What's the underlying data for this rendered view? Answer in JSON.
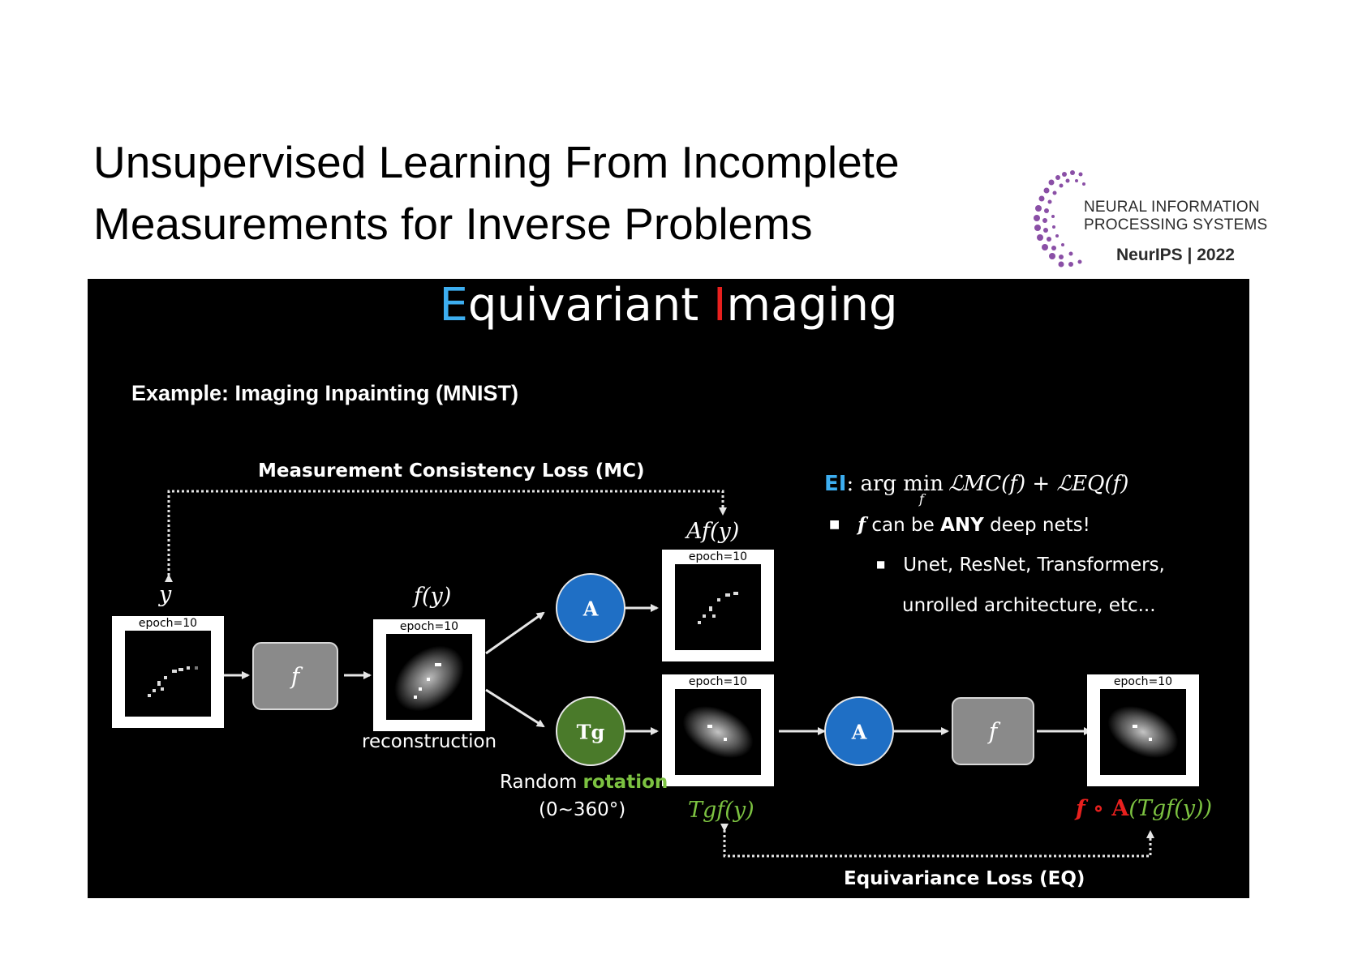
{
  "title": {
    "line1": "Unsupervised Learning From Incomplete",
    "line2": "Measurements for Inverse Problems"
  },
  "logo": {
    "line1": "NEURAL INFORMATION",
    "line2": "PROCESSING SYSTEMS",
    "conference": "NeurIPS | 2022",
    "dot_color": "#8a4fa6"
  },
  "panel": {
    "title_first_letter": "E",
    "title_word1_rest": "quivariant ",
    "title_second_letter": "I",
    "title_word2_rest": "maging",
    "example": "Example: Imaging Inpainting (MNIST)",
    "mc_loss_label": "Measurement Consistency Loss (MC)",
    "eq_loss_label": "Equivariance Loss (EQ)",
    "objective_prefix": "EI",
    "objective_text": ": arg min",
    "objective_sub": "f",
    "objective_expr": "ℒMC(f) + ℒEQ(f)",
    "bullet1_var": "f",
    "bullet1_pre": " can be ",
    "bullet1_bold": "ANY",
    "bullet1_post": " deep nets!",
    "bullet2_line1": "Unet, ResNet, Transformers,",
    "bullet2_line2": "unrolled architecture, etc...",
    "label_y": "y",
    "label_fy": "f(y)",
    "label_afy": "Af(y)",
    "label_reconstruction": "reconstruction",
    "label_random": "Random ",
    "label_rotation": "rotation",
    "label_angle": "(0~360°)",
    "label_tgfy": "Tgf(y)",
    "label_final_f": "f",
    "label_final_circ": " ∘ A",
    "label_final_inner": "(Tgf(y))",
    "epoch": "epoch=10",
    "node_f": "f",
    "node_A": "A",
    "node_Tg": "Tg",
    "colors": {
      "blue_node": "#1f6fc5",
      "green_node": "#4a7a2a",
      "gray_box": "#8a8a8a",
      "accent_blue": "#3daef0",
      "accent_red": "#e8201e",
      "accent_green": "#7cc241"
    }
  }
}
